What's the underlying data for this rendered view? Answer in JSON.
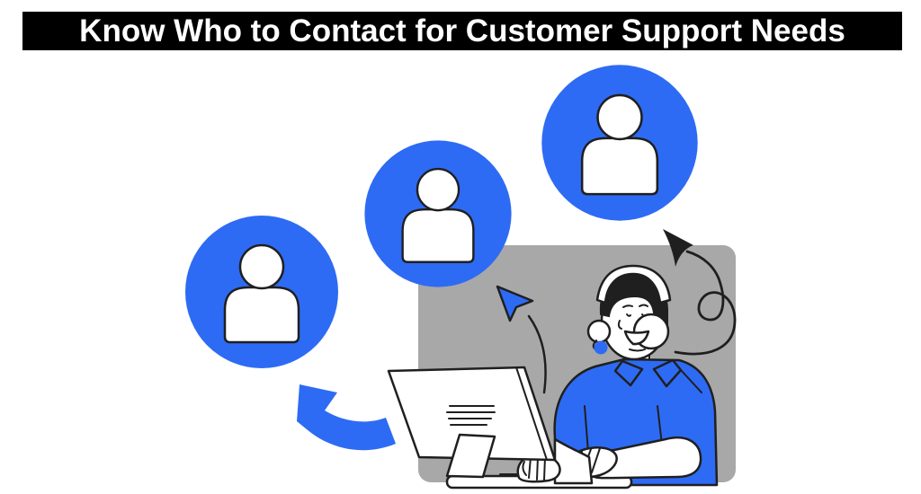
{
  "header": {
    "title": "Know Who to Contact for Customer Support Needs",
    "background_color": "#000000",
    "text_color": "#ffffff"
  },
  "illustration": {
    "alt": "Customer support agent wearing a headset typing at a desktop computer, with three blue user avatars, a mouse cursor and arrows on a gray backdrop",
    "colors": {
      "accent_blue": "#2e6bf4",
      "backdrop_gray": "#a8a8a8",
      "outline_black": "#1f1f1f",
      "white": "#ffffff"
    },
    "avatars": {
      "count": 3,
      "icon": "user-avatar-icon"
    },
    "icons": [
      "user-avatar-icon",
      "curved-arrow-icon",
      "cursor-pointer-icon",
      "squiggle-arrow-icon",
      "headset-icon",
      "microphone-icon",
      "monitor-icon",
      "keyboard-icon"
    ]
  }
}
